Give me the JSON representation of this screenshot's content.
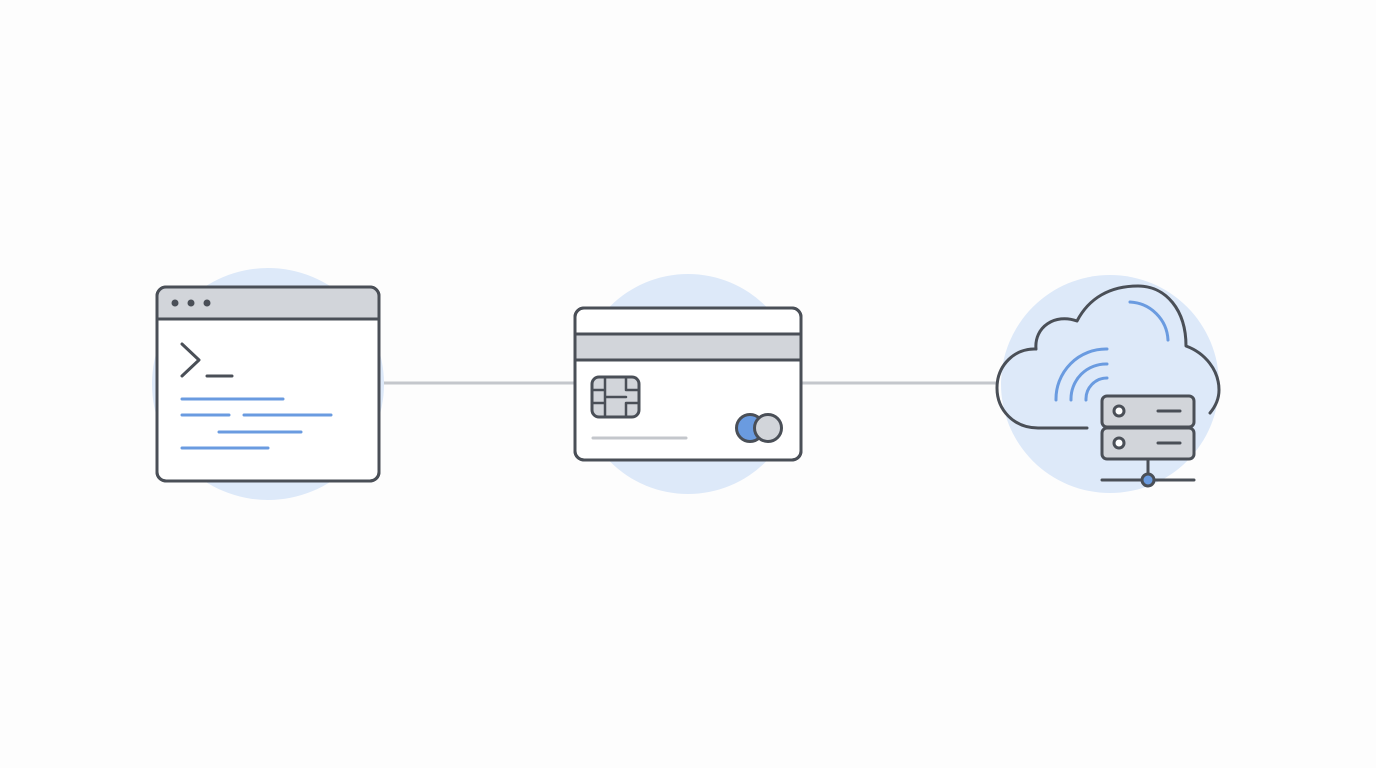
{
  "diagram": {
    "nodes": [
      {
        "id": "terminal",
        "icon": "terminal-window-icon"
      },
      {
        "id": "card",
        "icon": "credit-card-icon"
      },
      {
        "id": "cloud-server",
        "icon": "cloud-server-icon"
      }
    ],
    "edges": [
      {
        "from": "terminal",
        "to": "card"
      },
      {
        "from": "card",
        "to": "cloud-server"
      }
    ]
  },
  "colors": {
    "background": "#fdfdfd",
    "stroke": "#4a4f57",
    "accent_blue": "#6a9be0",
    "halo": "#dde9f9",
    "fill_gray": "#d2d5da",
    "connector": "#c4c7cc"
  }
}
